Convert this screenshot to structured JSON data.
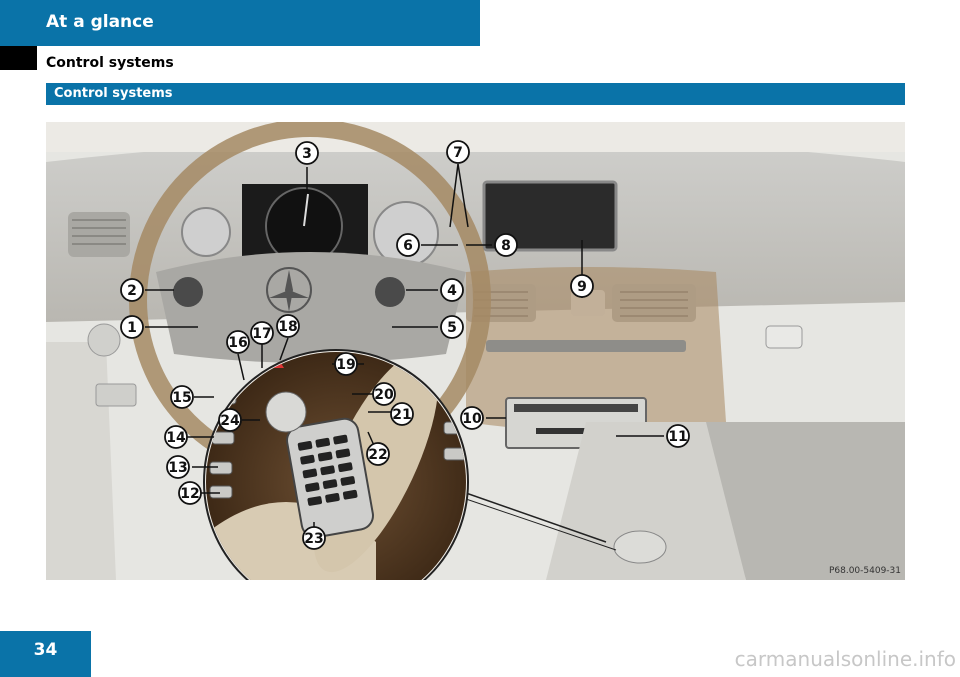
{
  "header": {
    "chapter": "At a glance"
  },
  "section": {
    "title": "Control systems"
  },
  "subheading": {
    "label": "Control systems"
  },
  "figure": {
    "code": "P68.00-5409-31",
    "callouts": [
      "1",
      "2",
      "3",
      "4",
      "5",
      "6",
      "7",
      "8",
      "9",
      "10",
      "11",
      "12",
      "13",
      "14",
      "15",
      "16",
      "17",
      "18",
      "19",
      "20",
      "21",
      "22",
      "23",
      "24"
    ]
  },
  "footer": {
    "page_number": "34",
    "watermark": "carmanualsonline.info"
  }
}
